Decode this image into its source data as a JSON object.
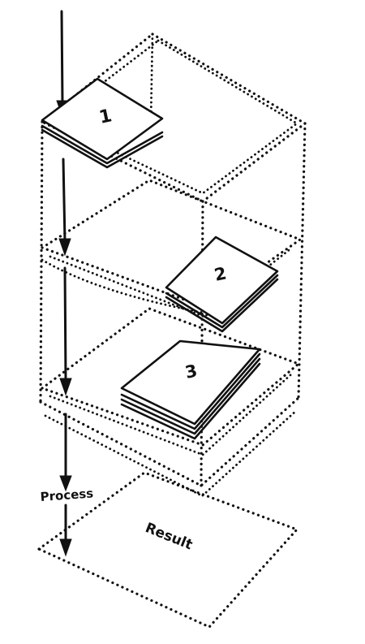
{
  "labels": {
    "batch_1": "1",
    "batch_2": "2",
    "batch_3": "3",
    "process": "Process",
    "result": "Result"
  }
}
